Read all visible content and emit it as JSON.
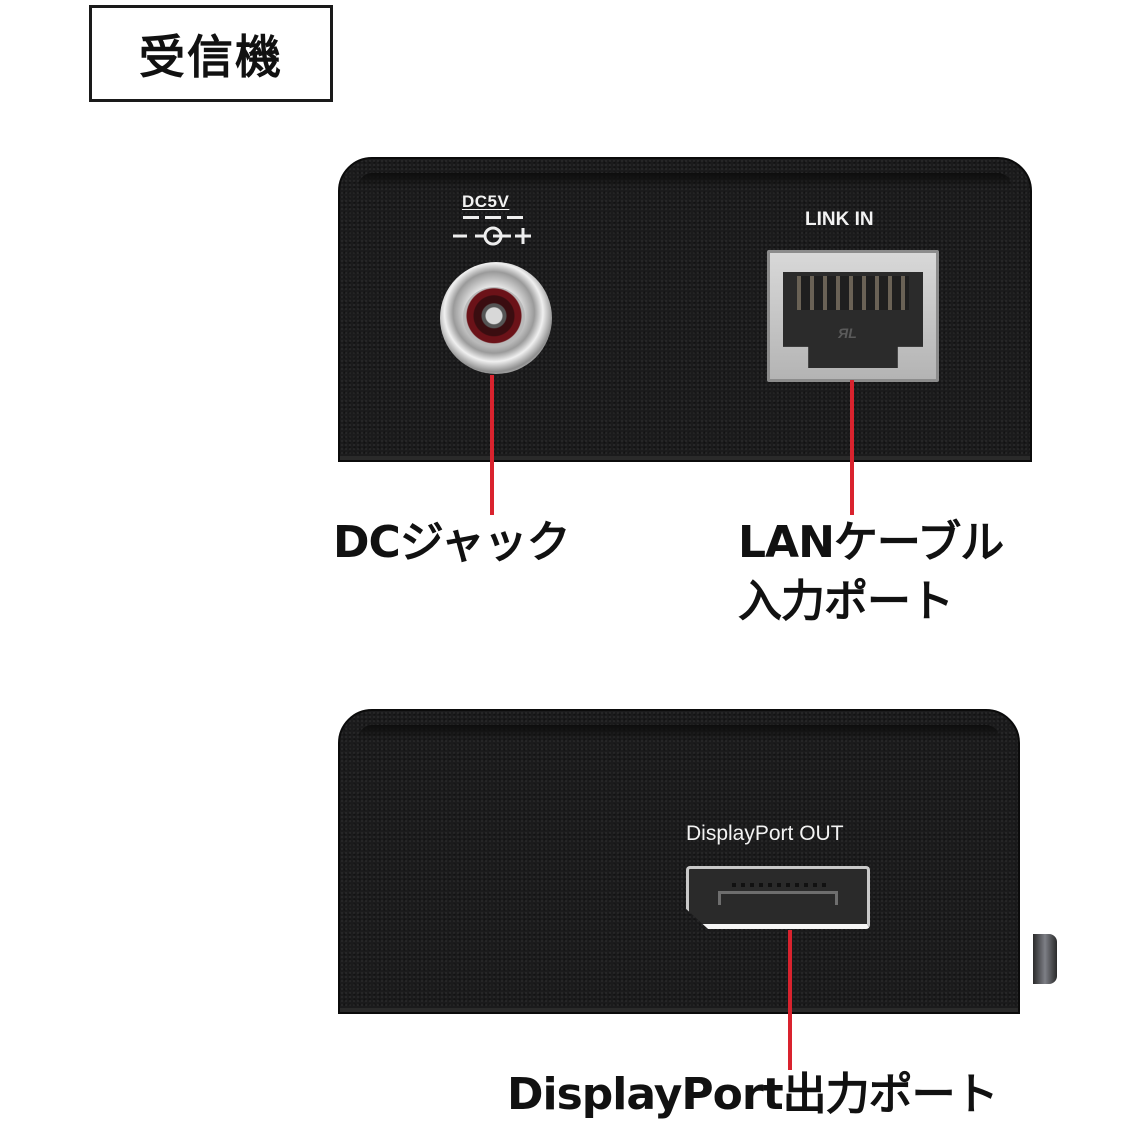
{
  "title": "受信機",
  "top_panel": {
    "dc_label": "DC5V",
    "polarity": {
      "left": "−",
      "right": "+"
    },
    "lan_port_label": "LINK IN",
    "ul_mark": "ЯL"
  },
  "bottom_panel": {
    "dp_port_label": "DisplayPort OUT"
  },
  "callouts": {
    "dc_jack": "DCジャック",
    "lan_port_line1": "LANケーブル",
    "lan_port_line2": "入力ポート",
    "dp_port": "DisplayPort出力ポート"
  },
  "colors": {
    "leader_line": "#d9232e",
    "device_body": "#1b1b1c",
    "panel_text": "#f2f2f2"
  }
}
